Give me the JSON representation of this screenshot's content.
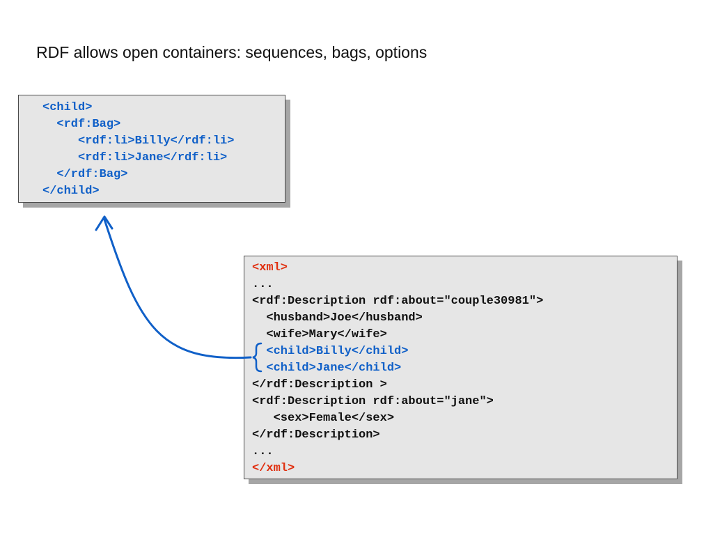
{
  "slide": {
    "title": "RDF allows open containers: sequences, bags, options"
  },
  "bag_box": {
    "lines": [
      {
        "text": "<child>",
        "indent": "",
        "color": "blue"
      },
      {
        "text": "<rdf:Bag>",
        "indent": "  ",
        "color": "blue"
      },
      {
        "text": "<rdf:li>Billy</rdf:li>",
        "indent": "     ",
        "color": "blue"
      },
      {
        "text": "<rdf:li>Jane</rdf:li>",
        "indent": "     ",
        "color": "blue"
      },
      {
        "text": "</rdf:Bag>",
        "indent": "  ",
        "color": "blue"
      },
      {
        "text": "</child>",
        "indent": "",
        "color": "blue"
      }
    ]
  },
  "xml_box": {
    "lines": [
      {
        "text": "<xml>",
        "indent": "",
        "color": "red"
      },
      {
        "text": "...",
        "indent": "",
        "color": "black"
      },
      {
        "text": "<rdf:Description rdf:about=\"couple30981\">",
        "indent": "",
        "color": "black"
      },
      {
        "text": "<husband>Joe</husband>",
        "indent": "  ",
        "color": "black"
      },
      {
        "text": "<wife>Mary</wife>",
        "indent": "  ",
        "color": "black"
      },
      {
        "text": "<child>Billy</child>",
        "indent": "  ",
        "color": "blue"
      },
      {
        "text": "<child>Jane</child>",
        "indent": "  ",
        "color": "blue"
      },
      {
        "text": "</rdf:Description >",
        "indent": "",
        "color": "black"
      },
      {
        "text": "<rdf:Description rdf:about=\"jane\">",
        "indent": "",
        "color": "black"
      },
      {
        "text": "<sex>Female</sex>",
        "indent": "   ",
        "color": "black"
      },
      {
        "text": "</rdf:Description>",
        "indent": "",
        "color": "black"
      },
      {
        "text": "...",
        "indent": "",
        "color": "black"
      },
      {
        "text": "</xml>",
        "indent": "",
        "color": "red"
      }
    ]
  },
  "colors": {
    "accent_blue": "#1060c8",
    "tag_red": "#e03010",
    "box_fill": "#e6e6e6",
    "box_shadow": "#a6a6a6"
  }
}
